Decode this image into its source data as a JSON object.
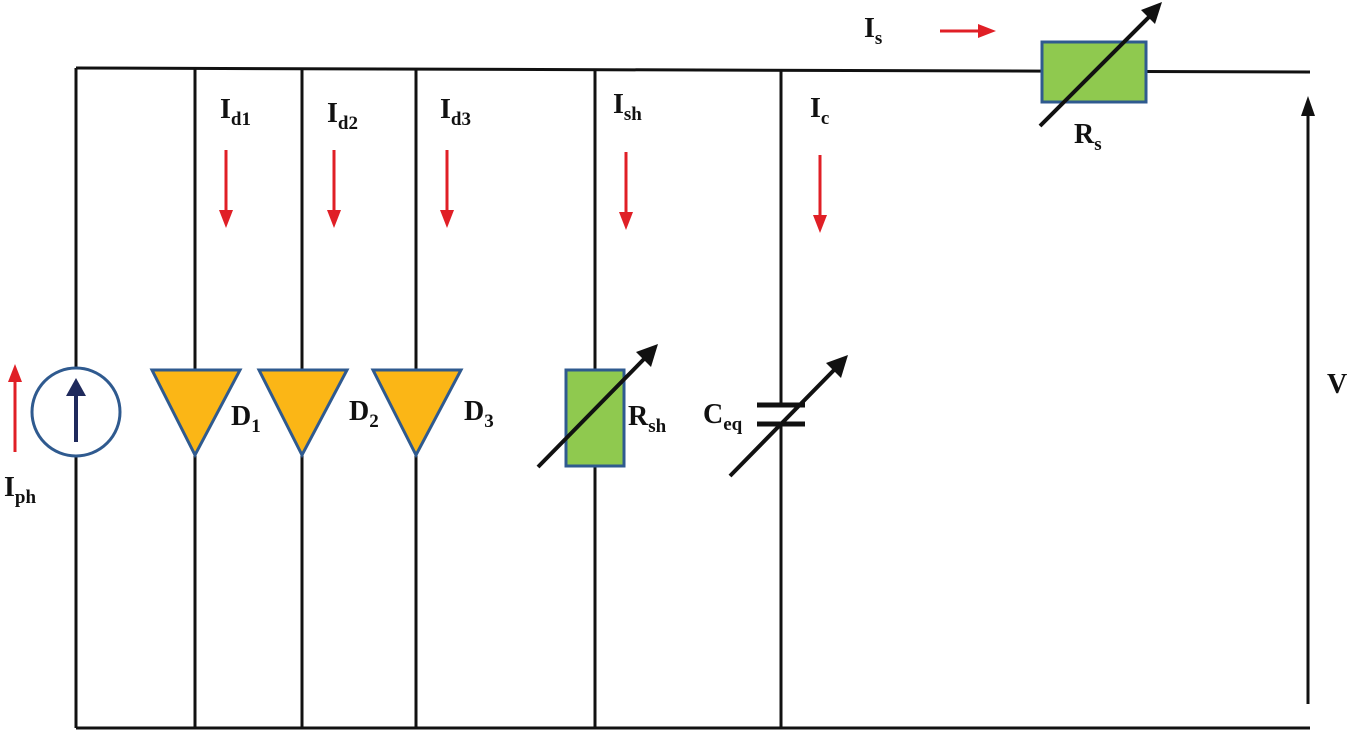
{
  "labels": {
    "iph": {
      "main": "I",
      "sub": "ph"
    },
    "id1": {
      "main": "I",
      "sub": "d1"
    },
    "id2": {
      "main": "I",
      "sub": "d2"
    },
    "id3": {
      "main": "I",
      "sub": "d3"
    },
    "ish": {
      "main": "I",
      "sub": "sh"
    },
    "ic": {
      "main": "I",
      "sub": "c"
    },
    "is": {
      "main": "I",
      "sub": "s"
    },
    "d1": {
      "main": "D",
      "sub": "1"
    },
    "d2": {
      "main": "D",
      "sub": "2"
    },
    "d3": {
      "main": "D",
      "sub": "3"
    },
    "rsh": {
      "main": "R",
      "sub": "sh"
    },
    "ceq": {
      "main": "C",
      "sub": "eq"
    },
    "rs": {
      "main": "R",
      "sub": "s"
    },
    "v": "V"
  },
  "colors": {
    "wire": "#111111",
    "current_arrow": "#e01f26",
    "diode_fill": "#fbb616",
    "component_outline": "#2f5a8f",
    "resistor_fill": "#8fc94f",
    "source_arrow": "#1f2a5c"
  }
}
